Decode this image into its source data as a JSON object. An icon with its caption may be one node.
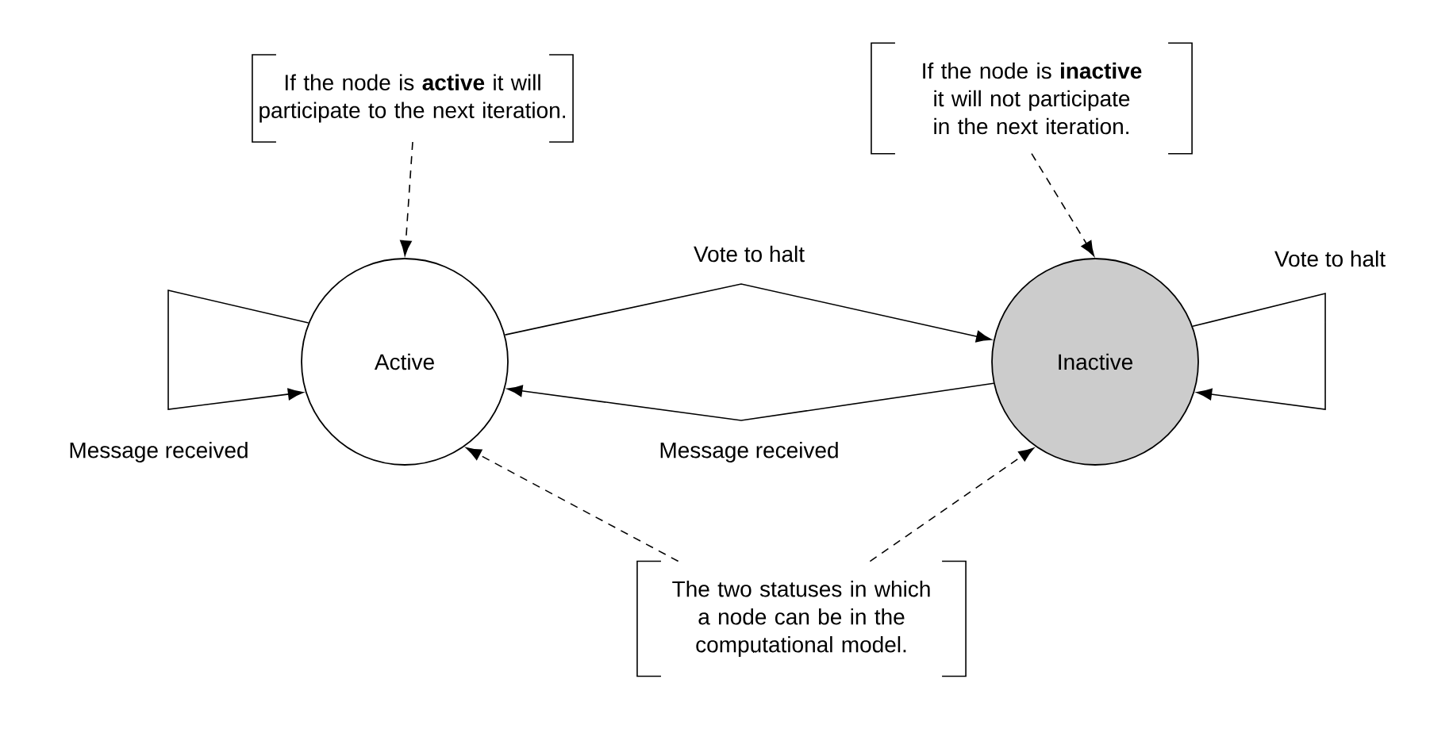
{
  "diagram": {
    "nodes": [
      {
        "text": [
          "If the node is **active** it will participate to the next iteration."
        ]
      },
      {
        "text": [
          "If the node is **inactive** it will not participate in the next iteration."
        ]
      },
      {
        "text": [
          "Active"
        ]
      },
      {
        "text": [
          "Inactive"
        ]
      },
      {
        "text": [
          "The two statuses in which a node can be in the computational model."
        ]
      }
    ],
    "edges": [
      {
        "from": 0,
        "to": 2,
        "arrow": "to",
        "style": "dashed"
      },
      {
        "from": 1,
        "to": 3,
        "arrow": "to",
        "style": "dashed"
      },
      {
        "from": 2,
        "to": 3,
        "arrow": "to",
        "label": "Vote to halt"
      },
      {
        "from": 3,
        "to": 2,
        "arrow": "to",
        "label": "Message received"
      },
      {
        "from": 2,
        "to": 2,
        "arrow": "to",
        "label": "Message received"
      },
      {
        "from": 3,
        "to": 3,
        "arrow": "to",
        "label": "Vote to halt"
      },
      {
        "from": 4,
        "to": 2,
        "arrow": "to",
        "style": "dashed"
      },
      {
        "from": 4,
        "to": 3,
        "arrow": "to",
        "style": "dashed"
      }
    ]
  }
}
